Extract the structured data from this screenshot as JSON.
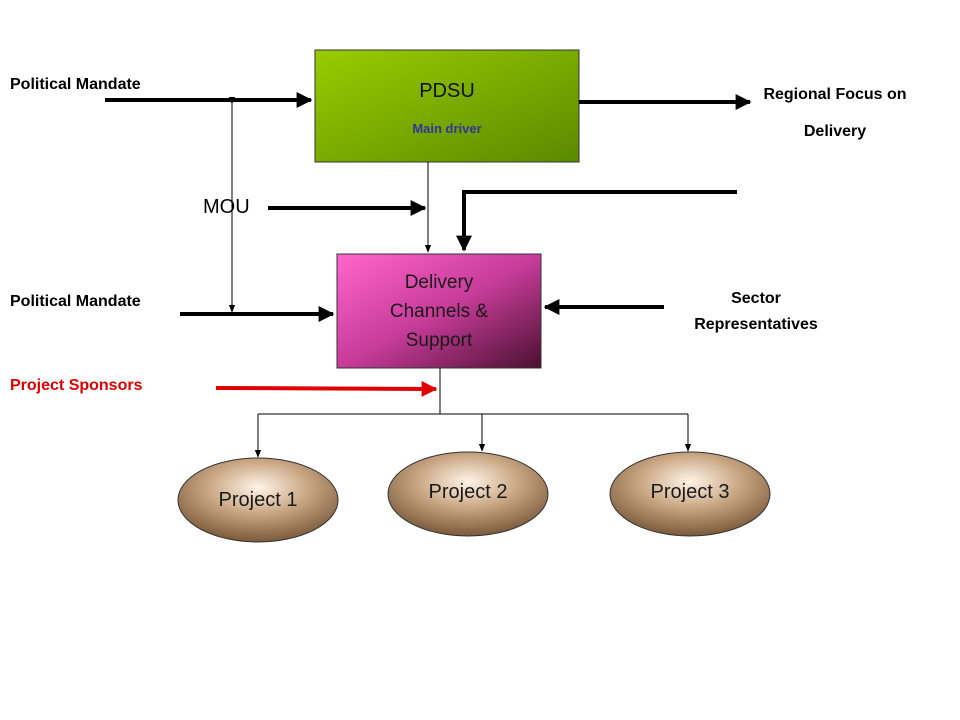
{
  "nodes": {
    "pdsu": {
      "title": "PDSU",
      "subtitle": "Main driver"
    },
    "delivery": {
      "line1": "Delivery",
      "line2": "Channels &",
      "line3": "Support"
    },
    "project1": {
      "label": "Project 1"
    },
    "project2": {
      "label": "Project 2"
    },
    "project3": {
      "label": "Project 3"
    }
  },
  "labels": {
    "political_mandate_top": "Political Mandate",
    "political_mandate_bottom": "Political Mandate",
    "mou": "MOU",
    "regional_focus_line1": "Regional Focus on",
    "regional_focus_line2": "Delivery",
    "sector_line1": "Sector",
    "sector_line2": "Representatives",
    "project_sponsors": "Project Sponsors"
  },
  "colors": {
    "pdsu_green": "#6aa200",
    "delivery_pink": "#e040b0",
    "project_brown": "#8a6a4a",
    "sponsor_red": "#e00000",
    "subtitle_blue": "#333399"
  },
  "edges": [
    {
      "from": "Political Mandate",
      "to": "PDSU"
    },
    {
      "from": "PDSU",
      "to": "Regional Focus on Delivery"
    },
    {
      "from": "MOU",
      "to": "Delivery Channels & Support"
    },
    {
      "from": "PDSU",
      "to": "Delivery Channels & Support"
    },
    {
      "from": "Political Mandate",
      "to": "Delivery Channels & Support"
    },
    {
      "from": "Sector Representatives",
      "to": "Delivery Channels & Support"
    },
    {
      "from": "Project Sponsors",
      "to": "Delivery Channels & Support"
    },
    {
      "from": "Delivery Channels & Support",
      "to": "Project 1"
    },
    {
      "from": "Delivery Channels & Support",
      "to": "Project 2"
    },
    {
      "from": "Delivery Channels & Support",
      "to": "Project 3"
    }
  ]
}
